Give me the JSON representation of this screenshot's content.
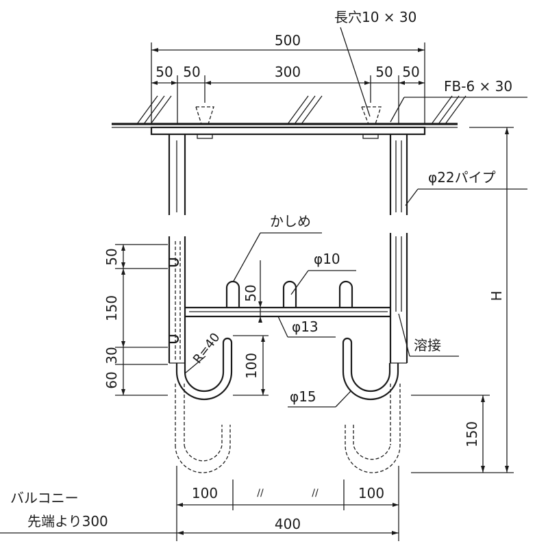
{
  "dimensions": {
    "top_total": "500",
    "left_50a": "50",
    "left_50b": "50",
    "middle_300": "300",
    "right_50a": "50",
    "right_50b": "50",
    "vertical_50": "50",
    "vertical_150": "150",
    "vertical_30": "30",
    "vertical_60": "60",
    "hook_50": "50",
    "hook_100": "100",
    "right_H": "H",
    "right_150": "150",
    "bottom_100_left": "100",
    "bottom_100_right": "100",
    "bottom_break_left": "//",
    "bottom_break_right": "//",
    "bottom_400": "400",
    "radius": "R=40"
  },
  "labels": {
    "slot": "長穴10 × 30",
    "flat_bar": "FB-6 × 30",
    "pipe": "φ22パイプ",
    "kashime": "かしめ",
    "phi10": "φ10",
    "phi13": "φ13",
    "weld": "溶接",
    "phi15": "φ15",
    "balcony_line1": "バルコニー",
    "balcony_line2": "先端より300"
  }
}
